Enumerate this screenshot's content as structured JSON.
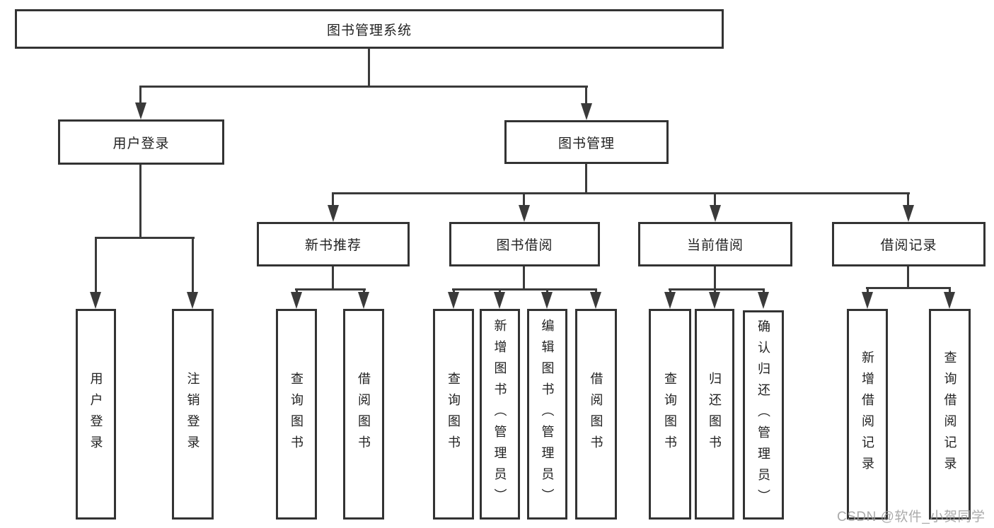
{
  "diagram": {
    "type": "tree",
    "root": {
      "label": "图书管理系统"
    },
    "level2": [
      {
        "id": "user-login",
        "label": "用户登录"
      },
      {
        "id": "book-management",
        "label": "图书管理"
      }
    ],
    "level3": [
      {
        "id": "new-book-recommendation",
        "label": "新书推荐",
        "parent": "图书管理"
      },
      {
        "id": "book-borrowing",
        "label": "图书借阅",
        "parent": "图书管理"
      },
      {
        "id": "current-borrowing",
        "label": "当前借阅",
        "parent": "图书管理"
      },
      {
        "id": "borrowing-records",
        "label": "借阅记录",
        "parent": "图书管理"
      }
    ],
    "leaves": [
      {
        "label": "用户登录",
        "parent": "用户登录"
      },
      {
        "label": "注销登录",
        "parent": "用户登录"
      },
      {
        "label": "查询图书",
        "parent": "新书推荐"
      },
      {
        "label": "借阅图书",
        "parent": "新书推荐"
      },
      {
        "label": "查询图书",
        "parent": "图书借阅"
      },
      {
        "label": "新增图书（管理员）",
        "parent": "图书借阅"
      },
      {
        "label": "编辑图书（管理员）",
        "parent": "图书借阅"
      },
      {
        "label": "借阅图书",
        "parent": "图书借阅"
      },
      {
        "label": "查询图书",
        "parent": "当前借阅"
      },
      {
        "label": "归还图书",
        "parent": "当前借阅"
      },
      {
        "label": "确认归还（管理员）",
        "parent": "当前借阅"
      },
      {
        "label": "新增借阅记录",
        "parent": "借阅记录"
      },
      {
        "label": "查询借阅记录",
        "parent": "借阅记录"
      }
    ],
    "watermark": "CSDN @软件_小贺同学",
    "colors": {
      "background": "#ffffff",
      "box_border": "#333333",
      "box_fill": "#ffffff",
      "connector_line": "#3a3a3a",
      "text": "#222222",
      "watermark": "#9c9c9c"
    }
  }
}
